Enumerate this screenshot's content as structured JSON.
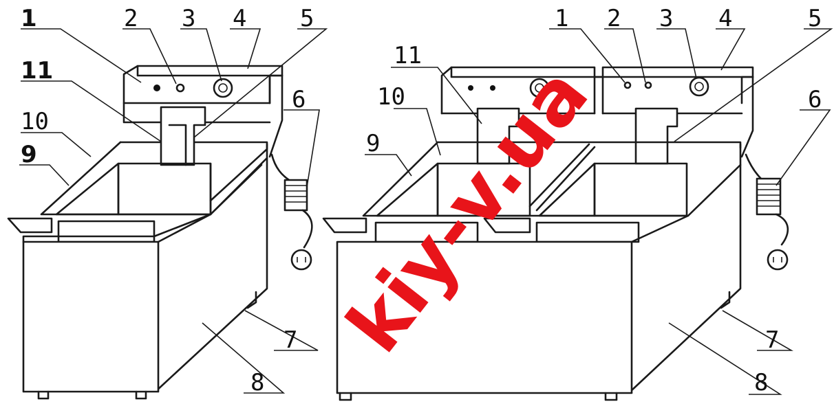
{
  "watermark": {
    "text": "kiy-v.ua",
    "color": "#e8141a"
  },
  "colors": {
    "line": "#1a1a1a",
    "background": "#ffffff"
  },
  "left_labels": [
    {
      "id": "1",
      "text": "1"
    },
    {
      "id": "2",
      "text": "2"
    },
    {
      "id": "3",
      "text": "3"
    },
    {
      "id": "4",
      "text": "4"
    },
    {
      "id": "5",
      "text": "5"
    },
    {
      "id": "6",
      "text": "6"
    },
    {
      "id": "7",
      "text": "7"
    },
    {
      "id": "8",
      "text": "8"
    },
    {
      "id": "9",
      "text": "9"
    },
    {
      "id": "10",
      "text": "10"
    },
    {
      "id": "11",
      "text": "11"
    }
  ],
  "right_labels": [
    {
      "id": "1",
      "text": "1"
    },
    {
      "id": "2",
      "text": "2"
    },
    {
      "id": "3",
      "text": "3"
    },
    {
      "id": "4",
      "text": "4"
    },
    {
      "id": "5",
      "text": "5"
    },
    {
      "id": "6",
      "text": "6"
    },
    {
      "id": "7",
      "text": "7"
    },
    {
      "id": "8",
      "text": "8"
    },
    {
      "id": "9",
      "text": "9"
    },
    {
      "id": "10",
      "text": "10"
    },
    {
      "id": "11",
      "text": "11"
    }
  ]
}
